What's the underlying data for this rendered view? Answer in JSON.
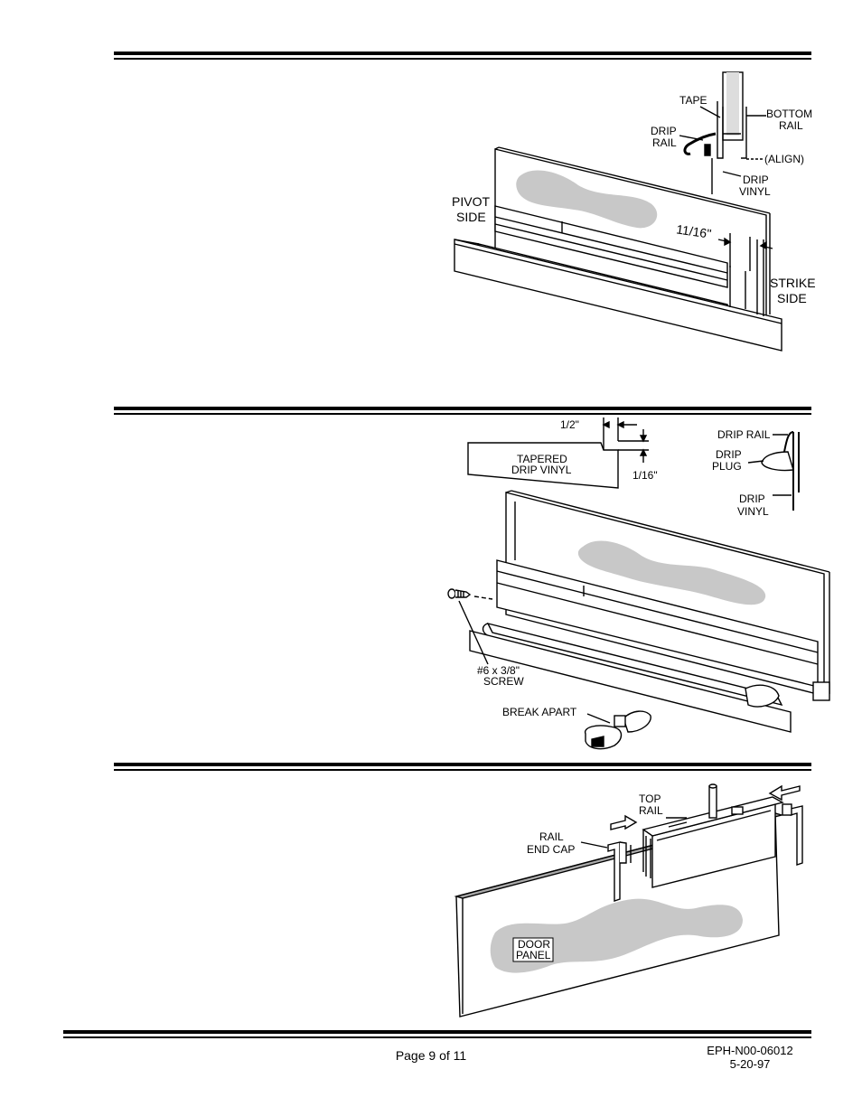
{
  "sections": [
    {
      "labels": {
        "tape": "TAPE",
        "bottom_rail_1": "BOTTOM",
        "bottom_rail_2": "RAIL",
        "drip_rail_1": "DRIP",
        "drip_rail_2": "RAIL",
        "align": "(ALIGN)",
        "drip_vinyl_1": "DRIP",
        "drip_vinyl_2": "VINYL",
        "pivot_side_1": "PIVOT",
        "pivot_side_2": "SIDE",
        "dimension": "11/16\"",
        "strike_side_1": "STRIKE",
        "strike_side_2": "SIDE"
      }
    },
    {
      "labels": {
        "half_inch": "1/2\"",
        "sixteenth": "1/16\"",
        "tapered_1": "TAPERED",
        "tapered_2": "DRIP VINYL",
        "drip_rail": "DRIP RAIL",
        "drip_plug_1": "DRIP",
        "drip_plug_2": "PLUG",
        "drip_vinyl_1": "DRIP",
        "drip_vinyl_2": "VINYL",
        "screw_1": "#6 x 3/8\"",
        "screw_2": "SCREW",
        "break_apart": "BREAK APART"
      }
    },
    {
      "labels": {
        "top_rail_1": "TOP",
        "top_rail_2": "RAIL",
        "rail_end_cap_1": "RAIL",
        "rail_end_cap_2": "END CAP",
        "door_panel_1": "DOOR",
        "door_panel_2": "PANEL"
      }
    }
  ],
  "footer": {
    "page": "Page 9 of 11",
    "doc_id": "EPH-N00-06012",
    "date": "5-20-97"
  }
}
